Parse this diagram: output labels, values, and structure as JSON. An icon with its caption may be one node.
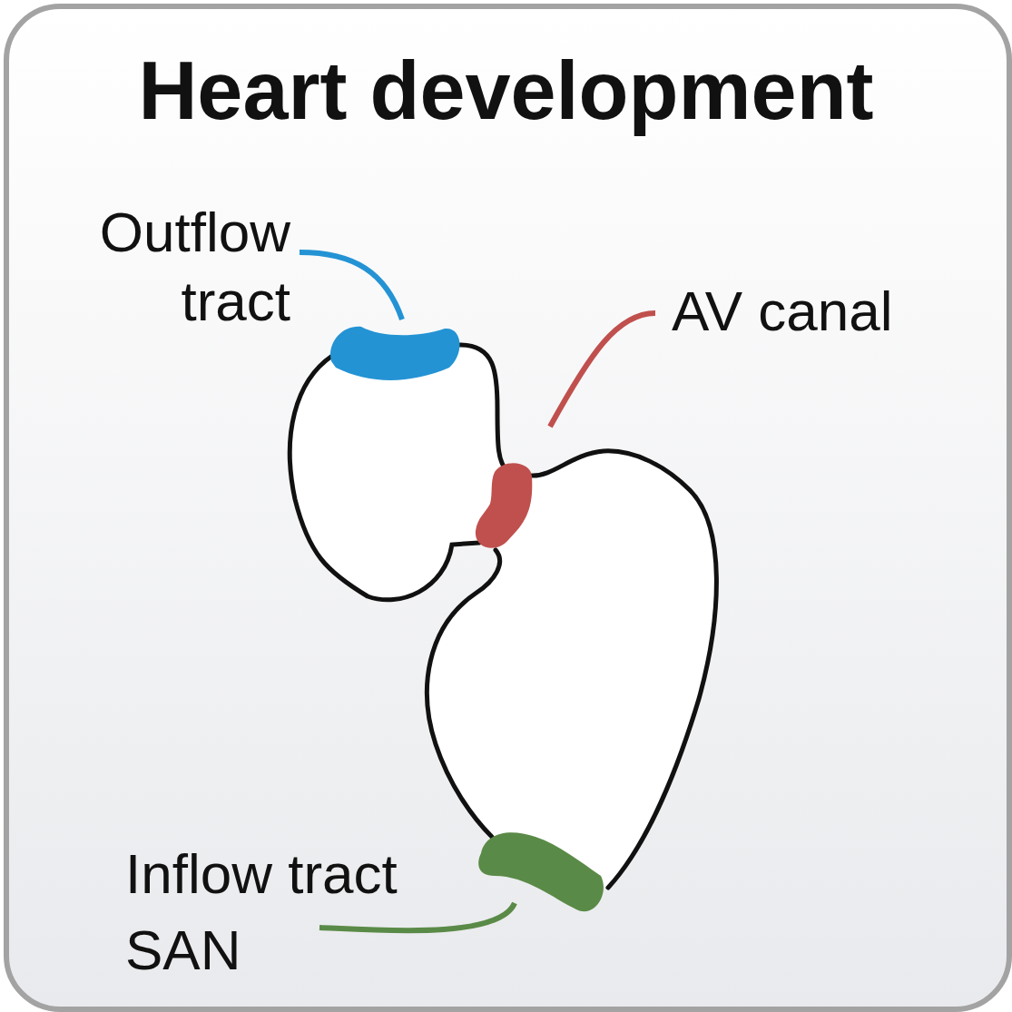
{
  "diagram": {
    "title": "Heart development",
    "nodes": [
      {
        "text": [
          "Outflow tract"
        ]
      },
      {
        "text": [],
        "shape": "bar"
      },
      {
        "text": [
          "AV canal"
        ]
      },
      {
        "text": [],
        "shape": "bar"
      },
      {
        "text": [
          "Inflow tract",
          "SAN"
        ]
      },
      {
        "text": [],
        "shape": "bar"
      }
    ],
    "edges": [
      {
        "from": 0,
        "to": 1,
        "arrow": "none",
        "color": "#2393d4"
      },
      {
        "from": 2,
        "to": 3,
        "arrow": "none",
        "color": "#c0504d"
      },
      {
        "from": 4,
        "to": 5,
        "arrow": "none",
        "color": "#5a8a47"
      }
    ]
  }
}
